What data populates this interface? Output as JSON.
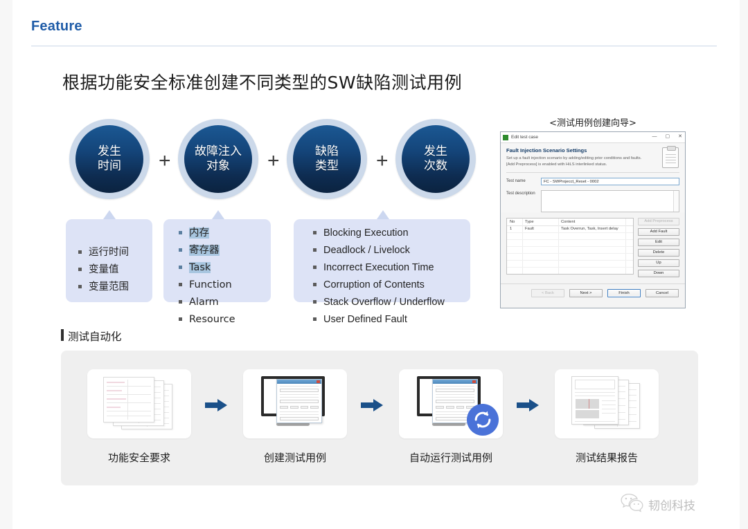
{
  "header": {
    "label": "Feature"
  },
  "title": "根据功能安全标准创建不同类型的SW缺陷测试用例",
  "formula": {
    "circles": [
      {
        "text": "发生\n时间"
      },
      {
        "text": "故障注入\n对象"
      },
      {
        "text": "缺陷\n类型"
      },
      {
        "text": "发生\n次数"
      }
    ],
    "operators": [
      "+",
      "+",
      "+"
    ]
  },
  "detail_boxes": [
    {
      "name": "occurrence-time-options",
      "items": [
        {
          "label": "运行时间",
          "highlighted": false
        },
        {
          "label": "变量值",
          "highlighted": false
        },
        {
          "label": "变量范围",
          "highlighted": false
        }
      ]
    },
    {
      "name": "fault-injection-target-options",
      "items": [
        {
          "label": "内存",
          "highlighted": true
        },
        {
          "label": "寄存器",
          "highlighted": true
        },
        {
          "label": "Task",
          "highlighted": true
        },
        {
          "label": "Function",
          "highlighted": false
        },
        {
          "label": "Alarm",
          "highlighted": false
        },
        {
          "label": "Resource",
          "highlighted": false
        }
      ]
    },
    {
      "name": "fault-type-options",
      "items": [
        {
          "label": "Blocking Execution",
          "highlighted": false
        },
        {
          "label": "Deadlock / Livelock",
          "highlighted": false
        },
        {
          "label": "Incorrect Execution Time",
          "highlighted": false
        },
        {
          "label": "Corruption of Contents",
          "highlighted": false
        },
        {
          "label": "Stack Overflow / Underflow",
          "highlighted": false
        },
        {
          "label": "User Defined Fault",
          "highlighted": false
        }
      ]
    }
  ],
  "wizard": {
    "caption": "<测试用例创建向导>",
    "window_title": "Edit test case",
    "window_buttons": {
      "minimize": "—",
      "maximize": "▢",
      "close": "✕"
    },
    "heading": "Fault Injection Scenario Settings",
    "description_line1": "Set up a fault injection scenario by adding/editing prior conditions and faults.",
    "description_line2": "[Add Preprocess] is enabled with HiLS interlinked status.",
    "fields": [
      {
        "label": "Test name",
        "value": "FC - SWProjecct_Reset - 0002"
      },
      {
        "label": "Test description",
        "value": ""
      }
    ],
    "table": {
      "columns": [
        "No",
        "Type",
        "Content"
      ],
      "rows": [
        {
          "no": "1",
          "type": "Fault",
          "content": "Task Overrun, Task, Insert delay"
        }
      ]
    },
    "side_buttons": [
      {
        "label": "Add Preprocess",
        "disabled": true
      },
      {
        "label": "Add Fault",
        "disabled": false
      },
      {
        "label": "Edit",
        "disabled": false
      },
      {
        "label": "Delete",
        "disabled": false
      },
      {
        "label": "Up",
        "disabled": false
      },
      {
        "label": "Down",
        "disabled": false
      }
    ],
    "footer_buttons": [
      {
        "label": "< Back",
        "disabled": true,
        "primary": false
      },
      {
        "label": "Next >",
        "disabled": false,
        "primary": false
      },
      {
        "label": "Finish",
        "disabled": false,
        "primary": true
      },
      {
        "label": "Cancel",
        "disabled": false,
        "primary": false
      }
    ]
  },
  "automation": {
    "section_title": "测试自动化",
    "steps": [
      {
        "label": "功能安全要求",
        "art": "document-stack"
      },
      {
        "label": "创建测试用例",
        "art": "monitor-dialog"
      },
      {
        "label": "自动运行测试用例",
        "art": "monitor-dialog-sync"
      },
      {
        "label": "测试结果报告",
        "art": "report-stack"
      }
    ],
    "arrow_glyph": "➡"
  },
  "watermark": {
    "text": "韧创科技",
    "icon": "wechat-icon"
  },
  "colors": {
    "accent_blue": "#1f5ca8",
    "circle_dark": "#0b2340",
    "circle_light": "#1b5893",
    "circle_ring": "#ccd9ea",
    "box_bg": "#dde3f6",
    "highlight": "#a8c6e0",
    "panel_bg": "#efefef",
    "arrow_blue": "#1a5089",
    "sync_blue": "#4a72d8"
  }
}
